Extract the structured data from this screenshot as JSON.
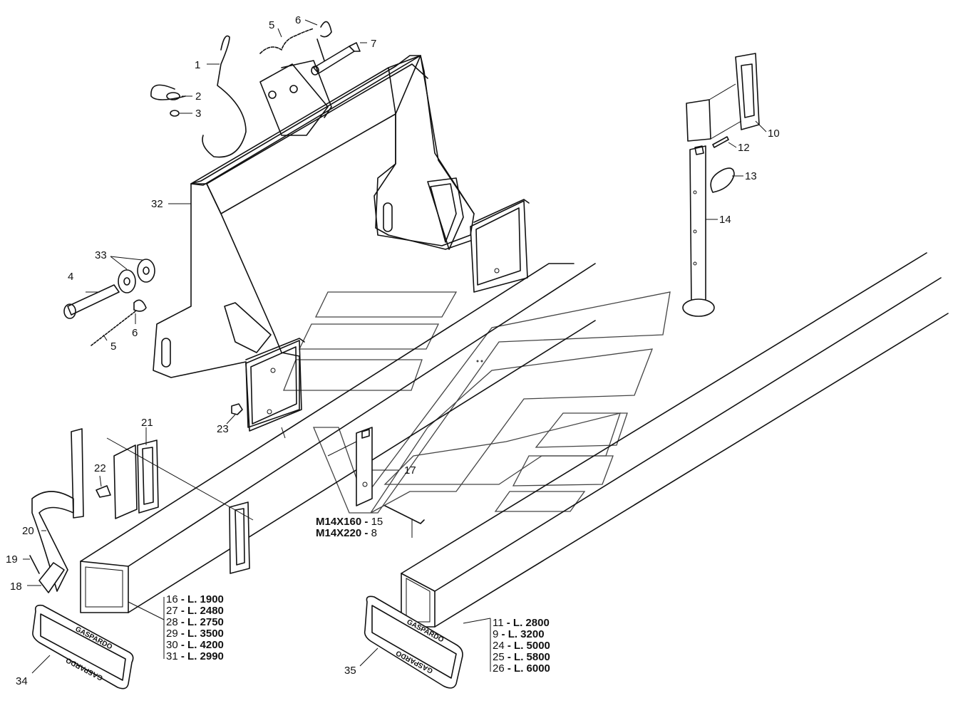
{
  "callouts": {
    "c1": "1",
    "c2": "2",
    "c3": "3",
    "c4": "4",
    "c5a": "5",
    "c5b": "5",
    "c6a": "6",
    "c6b": "6",
    "c7": "7",
    "c10": "10",
    "c12": "12",
    "c13": "13",
    "c14": "14",
    "c17": "17",
    "c18": "18",
    "c19": "19",
    "c20": "20",
    "c21": "21",
    "c22": "22",
    "c23": "23",
    "c32": "32",
    "c33": "33",
    "c34": "34",
    "c35": "35"
  },
  "bolt_table": [
    {
      "spec": "M14X160",
      "sep": " - ",
      "ref": "15"
    },
    {
      "spec": "M14X220",
      "sep": " - ",
      "ref": "8"
    }
  ],
  "left_beam_table": [
    {
      "ref": "16",
      "sep": " - ",
      "len": "L. 1900"
    },
    {
      "ref": "27",
      "sep": " - ",
      "len": "L. 2480"
    },
    {
      "ref": "28",
      "sep": " - ",
      "len": "L. 2750"
    },
    {
      "ref": "29",
      "sep": " - ",
      "len": "L. 3500"
    },
    {
      "ref": "30",
      "sep": " - ",
      "len": "L. 4200"
    },
    {
      "ref": "31",
      "sep": " - ",
      "len": "L. 2990"
    }
  ],
  "right_beam_table": [
    {
      "ref": "11",
      "sep": " - ",
      "len": "L. 2800"
    },
    {
      "ref": "9",
      "sep": " - ",
      "len": "L. 3200"
    },
    {
      "ref": "24",
      "sep": " - ",
      "len": "L. 5000"
    },
    {
      "ref": "25",
      "sep": " - ",
      "len": "L. 5800"
    },
    {
      "ref": "26",
      "sep": " - ",
      "len": "L. 6000"
    }
  ],
  "plates": {
    "brand": "GASPARDO"
  }
}
